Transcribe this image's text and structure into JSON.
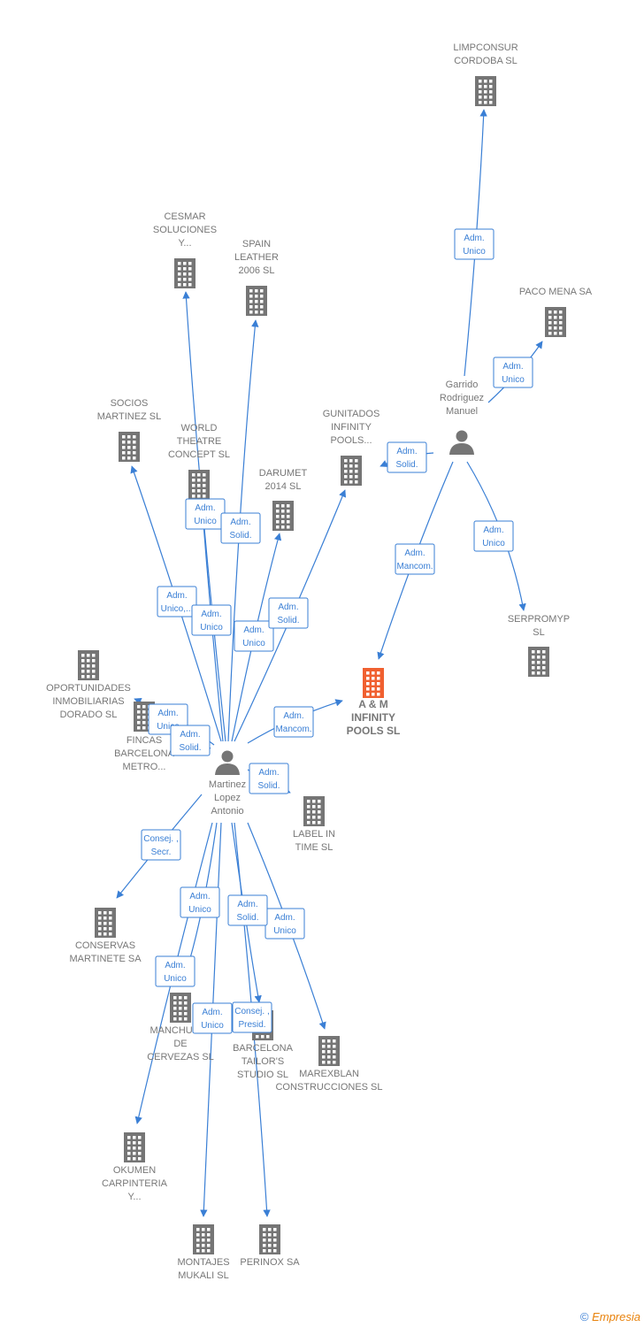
{
  "colors": {
    "edge": "#3a7fd5",
    "building": "#757575",
    "focus_building": "#f06030",
    "person": "#757575",
    "label": "#777777"
  },
  "nodes": [
    {
      "id": "limpconsur",
      "type": "company",
      "lines": [
        "LIMPCONSUR",
        "CORDOBA SL"
      ],
      "icon": "building-icon"
    },
    {
      "id": "pacomena",
      "type": "company",
      "lines": [
        "PACO MENA SA"
      ],
      "icon": "building-icon"
    },
    {
      "id": "cesmar",
      "type": "company",
      "lines": [
        "CESMAR",
        "SOLUCIONES",
        "Y..."
      ],
      "icon": "building-icon"
    },
    {
      "id": "spain",
      "type": "company",
      "lines": [
        "SPAIN",
        "LEATHER",
        "2006 SL"
      ],
      "icon": "building-icon"
    },
    {
      "id": "socios",
      "type": "company",
      "lines": [
        "SOCIOS",
        "MARTINEZ  SL"
      ],
      "icon": "building-icon"
    },
    {
      "id": "world",
      "type": "company",
      "lines": [
        "WORLD",
        "THEATRE",
        "CONCEPT SL"
      ],
      "icon": "building-icon"
    },
    {
      "id": "gunitados",
      "type": "company",
      "lines": [
        "GUNITADOS",
        "INFINITY",
        "POOLS..."
      ],
      "icon": "building-icon"
    },
    {
      "id": "darumet",
      "type": "company",
      "lines": [
        "DARUMET",
        "2014  SL"
      ],
      "icon": "building-icon"
    },
    {
      "id": "garrido",
      "type": "person",
      "lines": [
        "Garrido",
        "Rodriguez",
        "Manuel"
      ],
      "icon": "person-icon"
    },
    {
      "id": "serpromyp",
      "type": "company",
      "lines": [
        "SERPROMYP",
        "SL"
      ],
      "icon": "building-icon"
    },
    {
      "id": "am",
      "type": "focus",
      "lines": [
        "A & M",
        "INFINITY",
        "POOLS  SL"
      ],
      "icon": "building-icon"
    },
    {
      "id": "oportunidades",
      "type": "company",
      "lines": [
        "OPORTUNIDADES",
        "INMOBILIARIAS",
        "DORADO  SL"
      ],
      "icon": "building-icon"
    },
    {
      "id": "fincas",
      "type": "company",
      "lines": [
        "FINCAS",
        "BARCELONA",
        "METRO..."
      ],
      "icon": "building-icon"
    },
    {
      "id": "martinez",
      "type": "person",
      "lines": [
        "Martinez",
        "Lopez",
        "Antonio"
      ],
      "icon": "person-icon"
    },
    {
      "id": "label",
      "type": "company",
      "lines": [
        "LABEL IN",
        "TIME  SL"
      ],
      "icon": "building-icon"
    },
    {
      "id": "conservas",
      "type": "company",
      "lines": [
        "CONSERVAS",
        "MARTINETE SA"
      ],
      "icon": "building-icon"
    },
    {
      "id": "manchuela",
      "type": "company",
      "lines": [
        "MANCHUELA",
        "DE",
        "CERVEZAS  SL"
      ],
      "icon": "building-icon"
    },
    {
      "id": "tailors",
      "type": "company",
      "lines": [
        "BARCELONA",
        "TAILOR'S",
        "STUDIO  SL"
      ],
      "icon": "building-icon"
    },
    {
      "id": "marexblan",
      "type": "company",
      "lines": [
        "MAREXBLAN",
        "CONSTRUCCIONES SL"
      ],
      "icon": "building-icon"
    },
    {
      "id": "okumen",
      "type": "company",
      "lines": [
        "OKUMEN",
        "CARPINTERIA",
        "Y..."
      ],
      "icon": "building-icon"
    },
    {
      "id": "montajes",
      "type": "company",
      "lines": [
        "MONTAJES",
        "MUKALI  SL"
      ],
      "icon": "building-icon"
    },
    {
      "id": "perinox",
      "type": "company",
      "lines": [
        "PERINOX SA"
      ],
      "icon": "building-icon"
    }
  ],
  "edges": [
    {
      "from": "garrido",
      "to": "limpconsur",
      "role": [
        "Adm.",
        "Unico"
      ]
    },
    {
      "from": "garrido",
      "to": "pacomena",
      "role": [
        "Adm.",
        "Unico"
      ]
    },
    {
      "from": "garrido",
      "to": "gunitados",
      "role": [
        "Adm.",
        "Solid."
      ]
    },
    {
      "from": "garrido",
      "to": "am",
      "role": [
        "Adm.",
        "Mancom."
      ]
    },
    {
      "from": "garrido",
      "to": "serpromyp",
      "role": [
        "Adm.",
        "Unico"
      ]
    },
    {
      "from": "martinez",
      "to": "cesmar",
      "role": [
        "Adm.",
        "Unico"
      ]
    },
    {
      "from": "martinez",
      "to": "spain",
      "role": [
        "Adm.",
        "Solid."
      ]
    },
    {
      "from": "martinez",
      "to": "socios",
      "role": [
        "Adm.",
        "Unico,..."
      ]
    },
    {
      "from": "martinez",
      "to": "world",
      "role": [
        "Adm.",
        "Unico"
      ]
    },
    {
      "from": "martinez",
      "to": "darumet",
      "role": [
        "Adm.",
        "Unico"
      ]
    },
    {
      "from": "martinez",
      "to": "gunitados",
      "role": [
        "Adm.",
        "Solid."
      ]
    },
    {
      "from": "martinez",
      "to": "am",
      "role": [
        "Adm.",
        "Mancom."
      ]
    },
    {
      "from": "martinez",
      "to": "oportunidades",
      "role": [
        "Adm.",
        "Unico"
      ]
    },
    {
      "from": "martinez",
      "to": "fincas",
      "role": [
        "Adm.",
        "Solid."
      ]
    },
    {
      "from": "martinez",
      "to": "label",
      "role": [
        "Adm.",
        "Solid."
      ]
    },
    {
      "from": "martinez",
      "to": "conservas",
      "role": [
        "Consej. ,",
        "Secr."
      ]
    },
    {
      "from": "martinez",
      "to": "manchuela",
      "role": [
        "Adm.",
        "Unico"
      ]
    },
    {
      "from": "martinez",
      "to": "tailors",
      "role": [
        "Consej. ,",
        "Presid."
      ]
    },
    {
      "from": "martinez",
      "to": "marexblan",
      "role": [
        "Adm.",
        "Unico"
      ]
    },
    {
      "from": "martinez",
      "to": "okumen",
      "role": [
        "Adm.",
        "Unico"
      ]
    },
    {
      "from": "martinez",
      "to": "montajes",
      "role": [
        "Adm.",
        "Unico"
      ]
    },
    {
      "from": "martinez",
      "to": "perinox",
      "role": [
        "Adm.",
        "Solid."
      ]
    }
  ],
  "footer": {
    "copyright": "©",
    "brand": "Empresia"
  }
}
